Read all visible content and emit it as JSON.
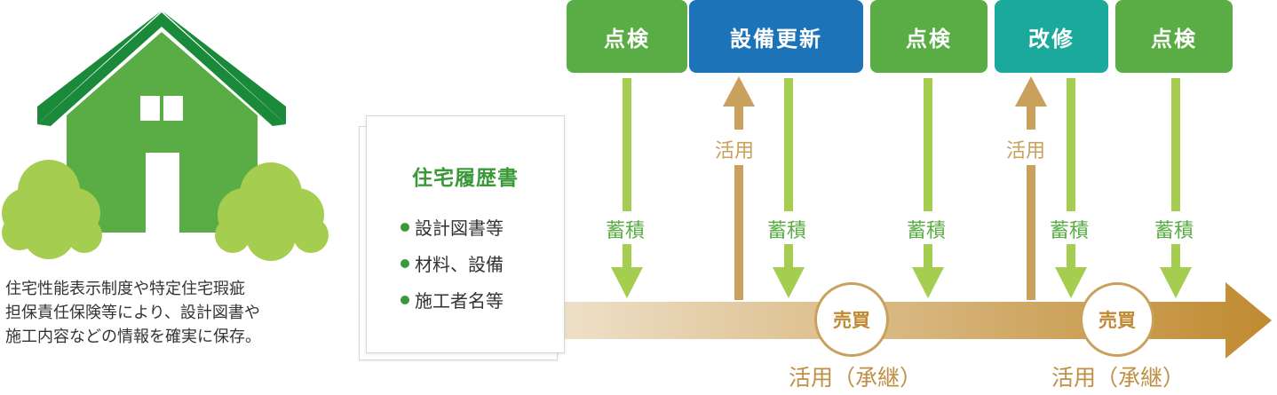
{
  "caption": {
    "line1": "住宅性能表示制度や特定住宅瑕疵",
    "line2": "担保責任保険等により、設計図書や",
    "line3": "施工内容などの情報を確実に保存。"
  },
  "document": {
    "title": "住宅履歴書",
    "items": [
      "設計図書等",
      "材料、設備",
      "施工者名等"
    ]
  },
  "events": [
    {
      "label": "点検",
      "color": "#5aad45"
    },
    {
      "label": "設備更新",
      "color": "#1c73b8"
    },
    {
      "label": "点検",
      "color": "#5aad45"
    },
    {
      "label": "改修",
      "color": "#1ba99b"
    },
    {
      "label": "点検",
      "color": "#5aad45"
    }
  ],
  "flows": {
    "accumulate": "蓄積",
    "utilize": "活用"
  },
  "sales": [
    {
      "label": "売買",
      "caption": "活用（承継）"
    },
    {
      "label": "売買",
      "caption": "活用（承継）"
    }
  ],
  "colors": {
    "house_green": "#5aad45",
    "roof_green": "#1a8a3a",
    "bush_green": "#a5cd50",
    "arrow_green": "#a5cd50",
    "arrow_gold": "#c9a05c"
  }
}
